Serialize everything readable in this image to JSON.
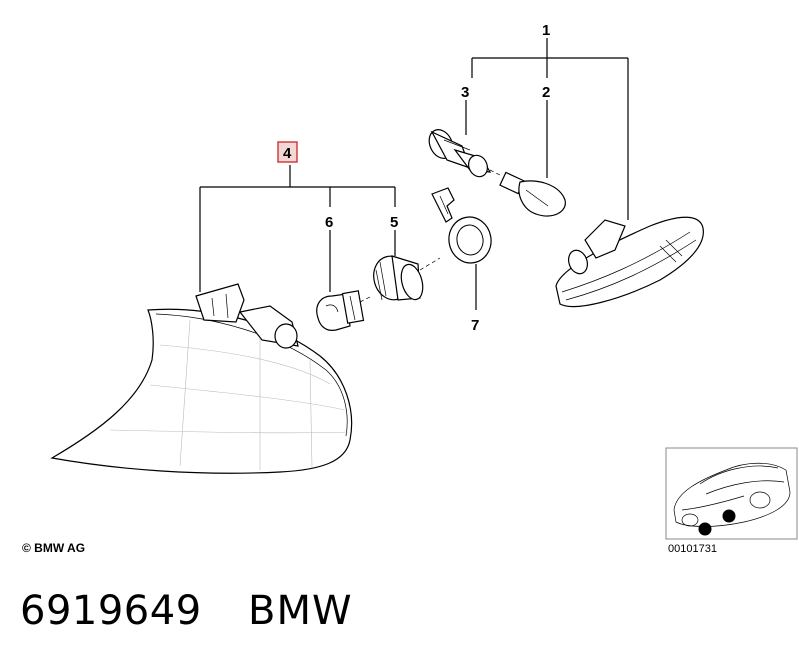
{
  "callouts": {
    "c1": "1",
    "c2": "2",
    "c3": "3",
    "c4": "4",
    "c5": "5",
    "c6": "6",
    "c7": "7"
  },
  "highlight_color": "#cc3333",
  "copyright": "© BMW AG",
  "image_code": "00101731",
  "footer": {
    "part_number": "6919649",
    "brand": "BMW"
  },
  "icons": {
    "thumbnail": "car-outline-icon",
    "markers": "location-dot-icon"
  }
}
